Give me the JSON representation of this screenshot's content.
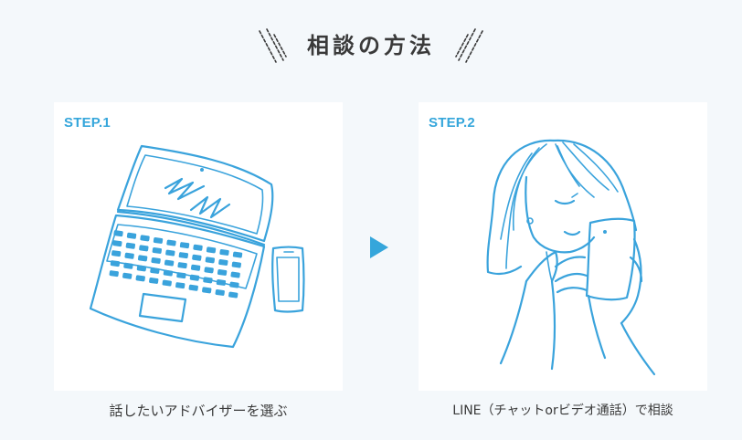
{
  "page": {
    "title": "相談の方法"
  },
  "steps": [
    {
      "label": "STEP.1",
      "caption": "話したいアドバイザーを選ぶ",
      "illustration": "laptop-and-phone-illustration"
    },
    {
      "label": "STEP.2",
      "caption": "LINE（チャットorビデオ通話）で相談",
      "illustration": "woman-with-phone-illustration"
    }
  ],
  "colors": {
    "accent": "#35a6db",
    "background": "#f4f8fb",
    "card": "#ffffff",
    "text": "#3a3a3a"
  },
  "icons": {
    "title_left": "diagonal-dash-lines-icon",
    "title_right": "diagonal-dash-lines-icon",
    "between_steps": "play-arrow-icon"
  }
}
